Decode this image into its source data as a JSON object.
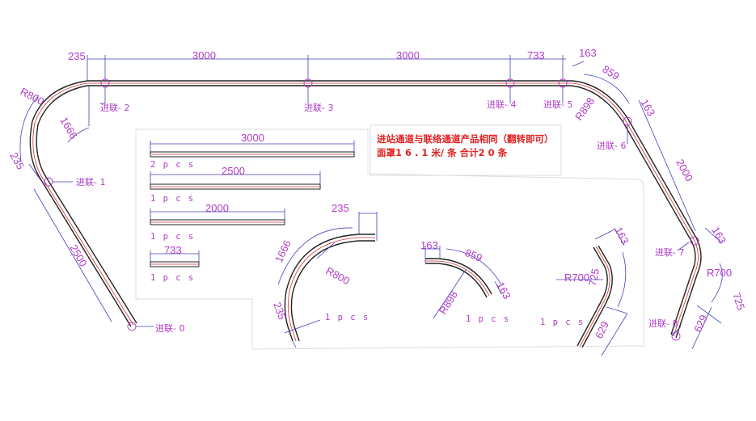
{
  "note": {
    "line1": "进站通道与联络通道产品相同（翻转即可）",
    "line2": "面罩1 6 . 1 米/ 条   合计2 0 条"
  },
  "top_dims": {
    "d235": "235",
    "d3000a": "3000",
    "d3000b": "3000",
    "d733": "733",
    "d163": "163"
  },
  "left_dims": {
    "r800": "R800",
    "d1666": "1666",
    "d235": "235",
    "d2500": "2500"
  },
  "right_dims": {
    "d859": "859",
    "r898": "R898",
    "d163a": "163",
    "d2000": "2000",
    "d163b": "163",
    "r700": "R700",
    "d725": "725",
    "d629": "629"
  },
  "joints": {
    "j0": "进联- 0",
    "j1": "进联- 1",
    "j2": "进联- 2",
    "j3": "进联- 3",
    "j4": "进联- 4",
    "j5": "进联- 5",
    "j6": "进联- 6",
    "j7": "进联- 7",
    "j8": "进联- 8"
  },
  "parts": {
    "bar3000": {
      "dim": "3000",
      "qty": "2 p c s"
    },
    "bar2500": {
      "dim": "2500",
      "qty": "1 p c s"
    },
    "bar2000": {
      "dim": "2000",
      "qty": "1 p c s"
    },
    "bar733": {
      "dim": "733",
      "qty": "1 p c s"
    },
    "curve800": {
      "d235a": "235",
      "d1666": "1666",
      "r": "R800",
      "d235b": "235",
      "qty": "1 p c s"
    },
    "curve898": {
      "d163a": "163",
      "d859": "859",
      "r": "R898",
      "d163b": "163",
      "qty": "1 p c s"
    },
    "curve700": {
      "d163": "163",
      "r": "R700",
      "d725": "725",
      "d629": "629",
      "qty": "1 p c s"
    }
  }
}
